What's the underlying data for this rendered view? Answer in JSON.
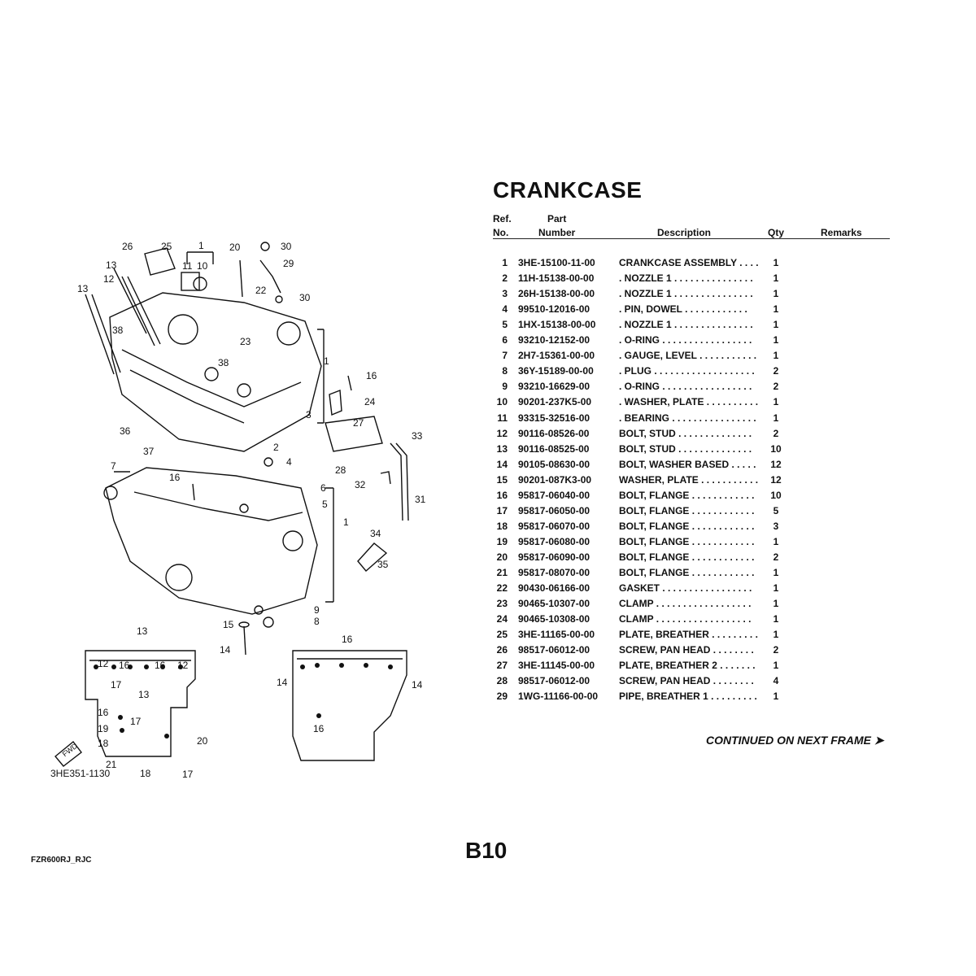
{
  "title": "CRANKCASE",
  "headers": {
    "ref_top": "Ref.",
    "ref_bottom": "No.",
    "part_top": "Part",
    "part_bottom": "Number",
    "description": "Description",
    "qty": "Qty",
    "remarks": "Remarks"
  },
  "parts": [
    {
      "ref": "1",
      "pn": "3HE-15100-11-00",
      "desc": "CRANKCASE ASSEMBLY  . . . .",
      "qty": "1"
    },
    {
      "ref": "2",
      "pn": "11H-15138-00-00",
      "desc": ". NOZZLE 1  . . . . . . . . . . . . . . .",
      "qty": "1"
    },
    {
      "ref": "3",
      "pn": "26H-15138-00-00",
      "desc": ". NOZZLE 1  . . . . . . . . . . . . . . .",
      "qty": "1"
    },
    {
      "ref": "4",
      "pn": "99510-12016-00",
      "desc": ". PIN, DOWEL  . . . . . . . . . . . .",
      "qty": "1"
    },
    {
      "ref": "5",
      "pn": "1HX-15138-00-00",
      "desc": ". NOZZLE 1  . . . . . . . . . . . . . . .",
      "qty": "1"
    },
    {
      "ref": "6",
      "pn": "93210-12152-00",
      "desc": ". O-RING  . . . . . . . . . . . . . . . . .",
      "qty": "1"
    },
    {
      "ref": "7",
      "pn": "2H7-15361-00-00",
      "desc": ". GAUGE, LEVEL  . . . . . . . . . . .",
      "qty": "1"
    },
    {
      "ref": "8",
      "pn": "36Y-15189-00-00",
      "desc": ". PLUG  . . . . . . . . . . . . . . . . . . .",
      "qty": "2"
    },
    {
      "ref": "9",
      "pn": "93210-16629-00",
      "desc": ". O-RING  . . . . . . . . . . . . . . . . .",
      "qty": "2"
    },
    {
      "ref": "10",
      "pn": "90201-237K5-00",
      "desc": ". WASHER, PLATE  . . . . . . . . . .",
      "qty": "1"
    },
    {
      "ref": "11",
      "pn": "93315-32516-00",
      "desc": ". BEARING  . . . . . . . . . . . . . . . .",
      "qty": "1"
    },
    {
      "ref": "12",
      "pn": "90116-08526-00",
      "desc": "BOLT, STUD  . . . . . . . . . . . . . .",
      "qty": "2"
    },
    {
      "ref": "13",
      "pn": "90116-08525-00",
      "desc": "BOLT, STUD  . . . . . . . . . . . . . .",
      "qty": "10"
    },
    {
      "ref": "14",
      "pn": "90105-08630-00",
      "desc": "BOLT, WASHER BASED  . . . . .",
      "qty": "12"
    },
    {
      "ref": "15",
      "pn": "90201-087K3-00",
      "desc": "WASHER, PLATE  . . . . . . . . . . .",
      "qty": "12"
    },
    {
      "ref": "16",
      "pn": "95817-06040-00",
      "desc": "BOLT, FLANGE  . . . . . . . . . . . .",
      "qty": "10"
    },
    {
      "ref": "17",
      "pn": "95817-06050-00",
      "desc": "BOLT, FLANGE  . . . . . . . . . . . .",
      "qty": "5"
    },
    {
      "ref": "18",
      "pn": "95817-06070-00",
      "desc": "BOLT, FLANGE  . . . . . . . . . . . .",
      "qty": "3"
    },
    {
      "ref": "19",
      "pn": "95817-06080-00",
      "desc": "BOLT, FLANGE  . . . . . . . . . . . .",
      "qty": "1"
    },
    {
      "ref": "20",
      "pn": "95817-06090-00",
      "desc": "BOLT, FLANGE  . . . . . . . . . . . .",
      "qty": "2"
    },
    {
      "ref": "21",
      "pn": "95817-08070-00",
      "desc": "BOLT, FLANGE  . . . . . . . . . . . .",
      "qty": "1"
    },
    {
      "ref": "22",
      "pn": "90430-06166-00",
      "desc": "GASKET  . . . . . . . . . . . . . . . . .",
      "qty": "1"
    },
    {
      "ref": "23",
      "pn": "90465-10307-00",
      "desc": "CLAMP  . . . . . . . . . . . . . . . . . .",
      "qty": "1"
    },
    {
      "ref": "24",
      "pn": "90465-10308-00",
      "desc": "CLAMP  . . . . . . . . . . . . . . . . . .",
      "qty": "1"
    },
    {
      "ref": "25",
      "pn": "3HE-11165-00-00",
      "desc": "PLATE, BREATHER  . . . . . . . . .",
      "qty": "1"
    },
    {
      "ref": "26",
      "pn": "98517-06012-00",
      "desc": "SCREW, PAN HEAD  . . . . . . . .",
      "qty": "2"
    },
    {
      "ref": "27",
      "pn": "3HE-11145-00-00",
      "desc": "PLATE, BREATHER 2  . . . . . . .",
      "qty": "1"
    },
    {
      "ref": "28",
      "pn": "98517-06012-00",
      "desc": "SCREW, PAN HEAD  . . . . . . . .",
      "qty": "4"
    },
    {
      "ref": "29",
      "pn": "1WG-11166-00-00",
      "desc": "PIPE, BREATHER 1  . . . . . . . . .",
      "qty": "1"
    }
  ],
  "continued": "CONTINUED ON NEXT FRAME ➤",
  "page_number": "B10",
  "model_code": "FZR600RJ_RJC",
  "diagram": {
    "code": "3HE351-1130",
    "fwd": "FWD",
    "callouts": [
      "1",
      "2",
      "3",
      "4",
      "5",
      "6",
      "7",
      "8",
      "9",
      "10",
      "11",
      "12",
      "13",
      "14",
      "15",
      "16",
      "17",
      "18",
      "19",
      "20",
      "21",
      "22",
      "23",
      "24",
      "25",
      "26",
      "27",
      "28",
      "29",
      "30",
      "31",
      "32",
      "33",
      "34",
      "35",
      "36",
      "37",
      "38"
    ]
  }
}
